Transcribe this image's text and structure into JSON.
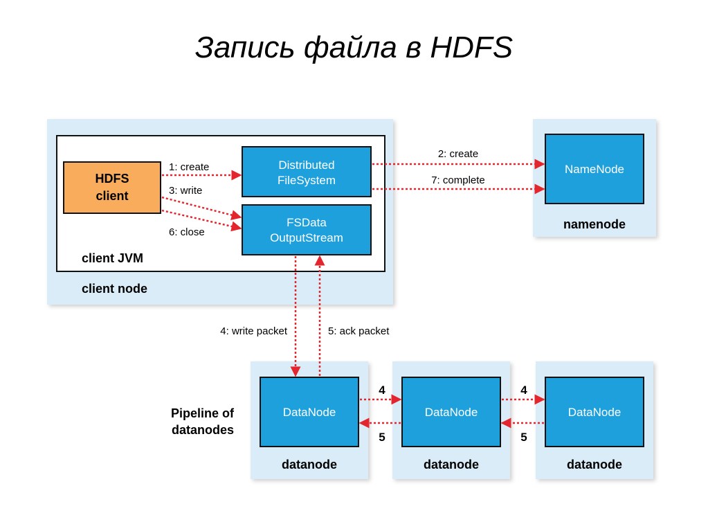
{
  "slide": {
    "title": "Запись файла в HDFS"
  },
  "client_node": {
    "label": "client node",
    "jvm_label": "client JVM",
    "hdfs_client": {
      "line1": "HDFS",
      "line2": "client"
    },
    "distributed_fs": {
      "line1": "Distributed",
      "line2": "FileSystem"
    },
    "fsdata_stream": {
      "line1": "FSData",
      "line2": "OutputStream"
    }
  },
  "namenode": {
    "box": "NameNode",
    "label": "namenode"
  },
  "pipeline": {
    "label_line1": "Pipeline of",
    "label_line2": "datanodes",
    "datanodes": [
      {
        "box": "DataNode",
        "label": "datanode"
      },
      {
        "box": "DataNode",
        "label": "datanode"
      },
      {
        "box": "DataNode",
        "label": "datanode"
      }
    ]
  },
  "arrows": {
    "create1": "1: create",
    "write3": "3: write",
    "close6": "6: close",
    "create2": "2: create",
    "complete7": "7: complete",
    "write_packet4": "4: write packet",
    "ack_packet5": "5: ack packet",
    "dn_write_a": "4",
    "dn_ack_a": "5",
    "dn_write_b": "4",
    "dn_ack_b": "5"
  },
  "colors": {
    "panel": "#d9ecf7",
    "blue_box": "#1ea0dc",
    "orange_box": "#f9ac5b",
    "arrow": "#e3262d"
  }
}
